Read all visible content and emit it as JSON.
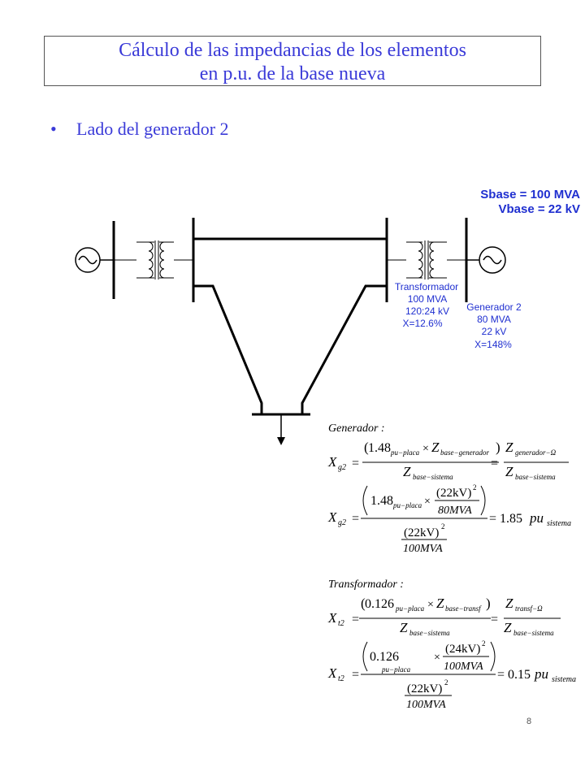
{
  "title": {
    "line1": "Cálculo de las impedancias de los elementos",
    "line2": "en p.u. de la base nueva"
  },
  "bullet": {
    "symbol": "•",
    "text": "Lado del generador 2"
  },
  "base": {
    "sbase": "Sbase = 100 MVA",
    "vbase": "Vbase = 22 kV"
  },
  "transformer": {
    "name": "Transformador",
    "mva": "100 MVA",
    "kv": "120:24 kV",
    "x": "X=12.6%"
  },
  "generator": {
    "name": "Generador 2",
    "mva": "80 MVA",
    "kv": "22 kV",
    "x": "X=148%"
  },
  "eq_generator": {
    "heading": "Generador :",
    "var": "X",
    "var_sub": "g2",
    "num_coef": "1.48",
    "sub_pu_placa": "pu−placa",
    "times": "×",
    "z": "Z",
    "sub_base_generador": "base−generador",
    "sub_base_sistema": "base−sistema",
    "sub_generador_omega": "generador−Ω",
    "num2_frac_top": "(22kV)",
    "num2_frac_bot": "80MVA",
    "den_top": "(22kV)",
    "den_bot": "100MVA",
    "exp": "2",
    "result": "= 1.85",
    "pu": "pu",
    "sub_sistema": "sistema"
  },
  "eq_transformer": {
    "heading": "Transformador :",
    "var": "X",
    "var_sub": "t2",
    "num_coef": "0.126",
    "sub_pu_placa": "pu−placa",
    "times": "×",
    "z": "Z",
    "sub_base_transf": "base−transf",
    "sub_base_sistema": "base−sistema",
    "sub_transf_omega": "transf−Ω",
    "num2_frac_top": "(24kV)",
    "num2_frac_bot": "100MVA",
    "den_top": "(22kV)",
    "den_bot": "100MVA",
    "exp": "2",
    "result": "= 0.15",
    "pu": "pu",
    "sub_sistema": "sistema"
  },
  "page_number": "8",
  "colors": {
    "accent": "#3a3ad8",
    "line": "#000000"
  }
}
